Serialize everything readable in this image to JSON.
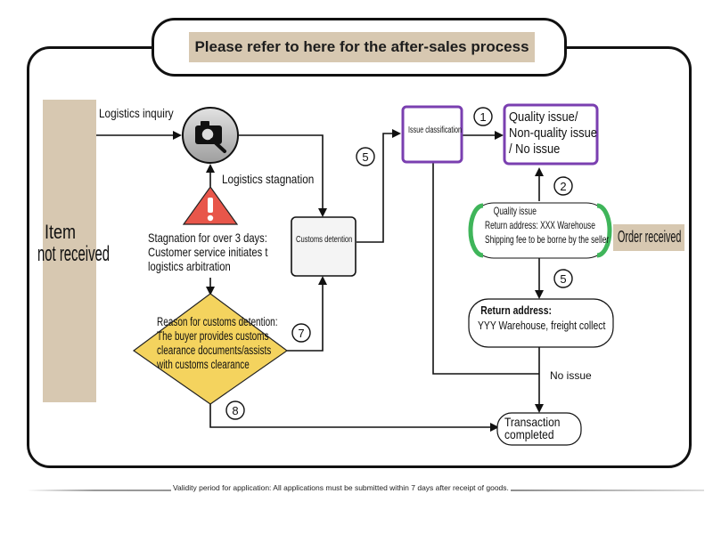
{
  "header": {
    "title": "Please refer to here for the after-sales process"
  },
  "left": {
    "item_line1": "Item",
    "item_line2": "not received"
  },
  "nodes": {
    "logistics_inquiry": "Logistics inquiry",
    "logistics_stagnation": "Logistics stagnation",
    "stagnation_note": [
      "Stagnation for over 3 days:",
      "Customer service initiates t",
      "logistics arbitration"
    ],
    "customs_reason": [
      "Reason for customs detention:",
      "The buyer provides customs",
      "clearance documents/assists",
      "with customs clearance"
    ],
    "customs_detention": "Customs detention",
    "issue_classification": "Issue classification",
    "quality_box": [
      "Quality issue/",
      "Non-quality issue",
      "/ No issue"
    ],
    "quality_issue_oval": [
      "Quality issue",
      "Return address: XXX Warehouse",
      "Shipping fee to be borne by the seller"
    ],
    "order_received": "Order received",
    "return_address": [
      "Return address:",
      "YYY Warehouse, freight collect"
    ],
    "no_issue": "No issue",
    "transaction_completed": [
      "Transaction",
      "completed"
    ]
  },
  "steps": {
    "s1": "1",
    "s2": "2",
    "s5a": "5",
    "s5b": "5",
    "s7": "7",
    "s8": "8"
  },
  "footer": {
    "note": "Validity period for application: All applications must be submitted within 7 days after receipt of goods."
  },
  "colors": {
    "tan": "#d7c8b1",
    "warning_red": "#e8564a",
    "diamond_yellow": "#f4d35e",
    "purple": "#7a3fb0",
    "green": "#3fb55a"
  },
  "icons": [
    "camera-search-icon",
    "warning-icon"
  ]
}
